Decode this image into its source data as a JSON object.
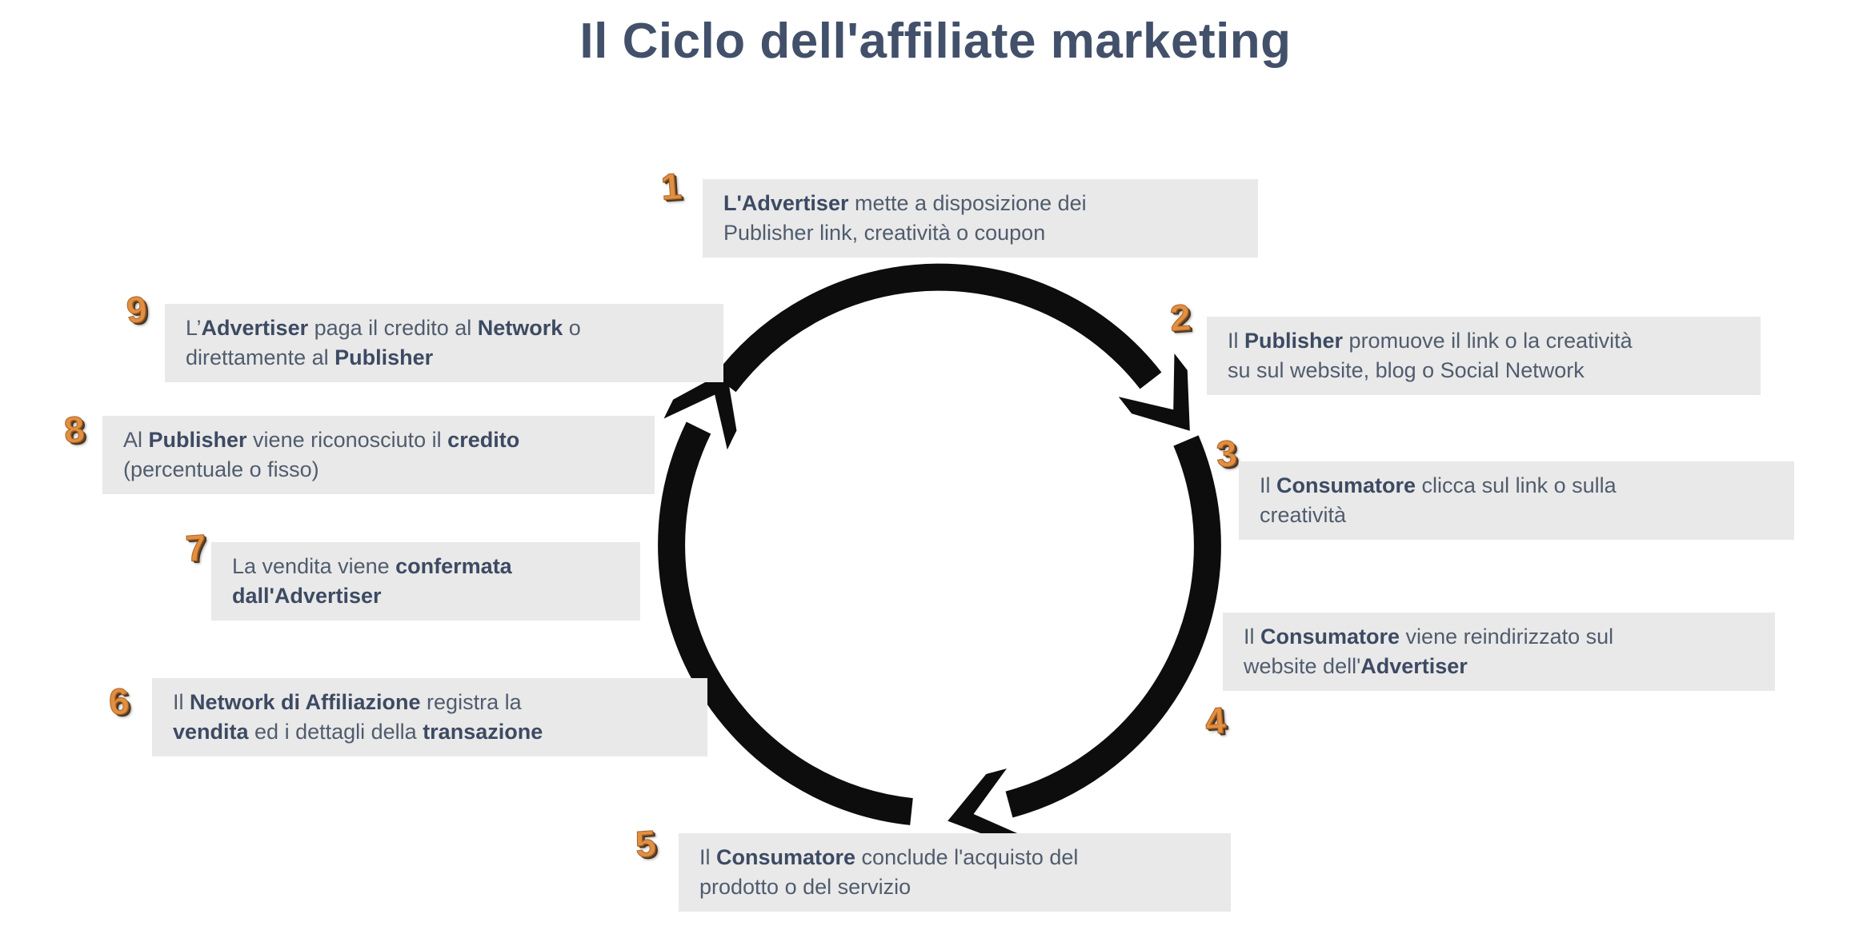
{
  "title": "Il Ciclo dell'affiliate marketing",
  "colors": {
    "title": "#42506a",
    "text_bold": "#3d4a63",
    "text_regular": "#505c6e",
    "box_background": "#e9e9e9",
    "number": "#e28f3f",
    "arrow": "#0d0d0d",
    "background": "#ffffff"
  },
  "diagram": {
    "type": "cycle",
    "direction": "clockwise",
    "arrow_icon": "circular-cycle-arrows"
  },
  "steps": [
    {
      "number": "1",
      "lines": [
        {
          "segs": [
            "L'Advertiser",
            " mette a disposizione dei"
          ]
        },
        {
          "segs": [
            "Publisher link, creatività o coupon"
          ]
        }
      ]
    },
    {
      "number": "2",
      "lines": [
        {
          "segs": [
            "Il ",
            "Publisher",
            " promuove il link o la creatività"
          ]
        },
        {
          "segs": [
            "su sul website, blog o Social Network"
          ]
        }
      ]
    },
    {
      "number": "3",
      "lines": [
        {
          "segs": [
            "Il ",
            "Consumatore",
            " clicca sul link o sulla"
          ]
        },
        {
          "segs": [
            "creatività"
          ]
        }
      ]
    },
    {
      "number": "4",
      "lines": [
        {
          "segs": [
            "Il ",
            "Consumatore",
            " viene reindirizzato sul"
          ]
        },
        {
          "segs": [
            "website dell'",
            "Advertiser"
          ]
        }
      ]
    },
    {
      "number": "5",
      "lines": [
        {
          "segs": [
            "Il ",
            "Consumatore",
            " conclude l'acquisto del"
          ]
        },
        {
          "segs": [
            "prodotto o del servizio"
          ]
        }
      ]
    },
    {
      "number": "6",
      "lines": [
        {
          "segs": [
            "Il ",
            "Network di Affiliazione",
            " registra la"
          ]
        },
        {
          "segs": [
            "vendita",
            " ed i dettagli della ",
            "transazione"
          ]
        }
      ]
    },
    {
      "number": "7",
      "lines": [
        {
          "segs": [
            "La vendita viene ",
            "confermata"
          ]
        },
        {
          "segs": [
            "dall'Advertiser"
          ]
        }
      ]
    },
    {
      "number": "8",
      "lines": [
        {
          "segs": [
            "Al ",
            "Publisher",
            " viene riconosciuto il ",
            "credito"
          ]
        },
        {
          "segs": [
            "(percentuale o fisso)"
          ]
        }
      ]
    },
    {
      "number": "9",
      "lines": [
        {
          "segs": [
            "L’",
            "Advertiser",
            " paga il credito al ",
            "Network",
            " o"
          ]
        },
        {
          "segs": [
            "direttamente al ",
            "Publisher"
          ]
        }
      ]
    }
  ]
}
